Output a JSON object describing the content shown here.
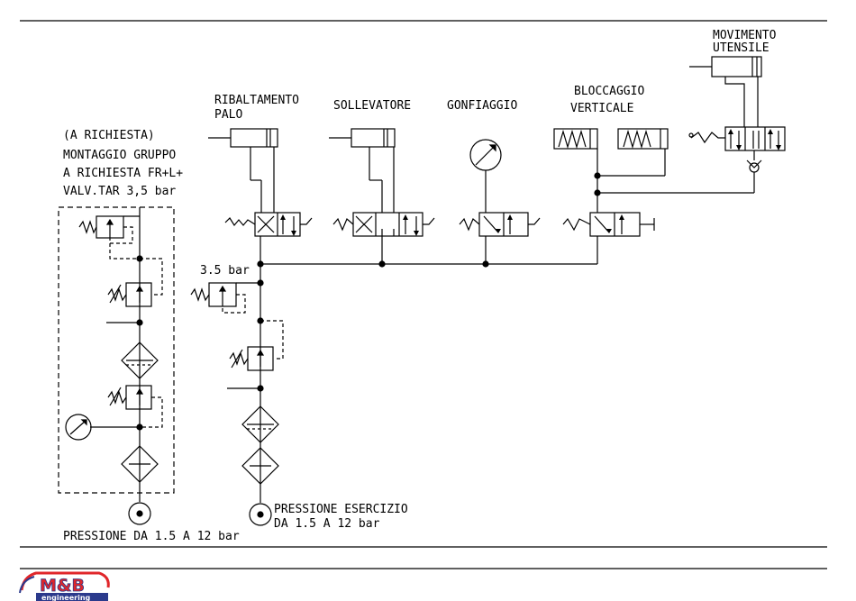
{
  "labels": {
    "optional": "(A RICHIESTA)",
    "assembly_line1": "MONTAGGIO GRUPPO",
    "assembly_line2": "A RICHIESTA FR+L+",
    "assembly_line3": "VALV.TAR 3,5 bar",
    "pressure_left": "PRESSIONE DA 1.5 A 12 bar",
    "pressure_main_line1": "PRESSIONE ESERCIZIO",
    "pressure_main_line2": "DA 1.5 A 12 bar",
    "relief_setting": "3.5 bar",
    "ribaltamento_line1": "RIBALTAMENTO",
    "ribaltamento_line2": "PALO",
    "sollevatore": "SOLLEVATORE",
    "gonfiaggio": "GONFIAGGIO",
    "bloccaggio_line1": "BLOCCAGGIO",
    "bloccaggio_line2": "VERTICALE",
    "movimento_line1": "MOVIMENTO",
    "movimento_line2": "UTENSILE"
  },
  "logo": {
    "mark": "M&B",
    "sub": "engineering"
  },
  "colors": {
    "line": "#000000",
    "logo_red": "#e0262a",
    "logo_blue": "#2b3a8c"
  }
}
